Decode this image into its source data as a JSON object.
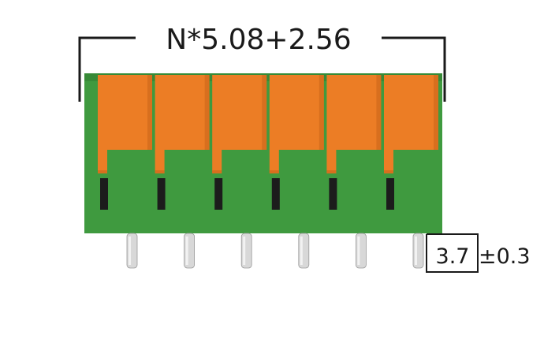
{
  "diagram": {
    "subject": "terminal-block-front-view",
    "pin_count": 6,
    "width_dimension": "N*5.08+2.56",
    "pin_length_value": "3.7",
    "pin_length_tolerance": "±0.3"
  },
  "colors": {
    "body": "#3f9a3f",
    "body_shadow": "#2f7f31",
    "lever": "#ec7d25",
    "lever_shade": "#c9651a",
    "slot": "#1c1c1c",
    "pin": "#d8d8d8",
    "pin_edge": "#9a9a9a",
    "dimension_line": "#1a1a1a",
    "background": "#ffffff"
  }
}
